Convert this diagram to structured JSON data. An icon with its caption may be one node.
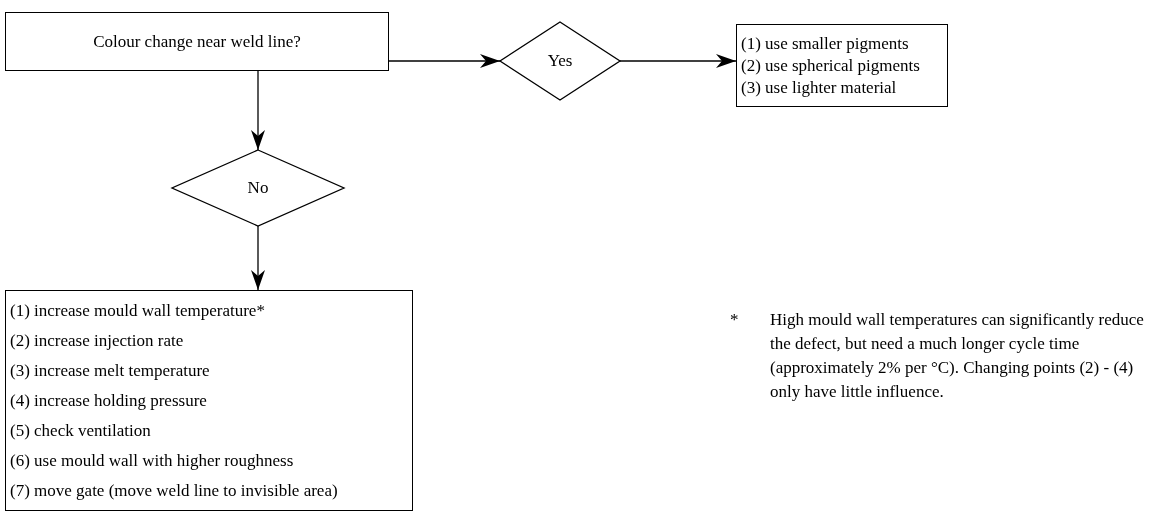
{
  "diagram": {
    "nodes": [
      {
        "text": [
          "Colour change near weld line?"
        ]
      },
      {
        "text": [
          "Yes"
        ]
      },
      {
        "text": [
          "(1) use smaller pigments",
          "(2) use spherical pigments",
          "(3) use lighter material"
        ]
      },
      {
        "text": [
          "No"
        ]
      },
      {
        "text": [
          "(1) increase mould wall temperature*",
          "(2) increase injection rate",
          "(3) increase melt temperature",
          "(4) increase holding pressure",
          "(5) check ventilation",
          "(6) use mould wall with higher roughness",
          "(7) move gate (move weld line to invisible area)"
        ]
      }
    ],
    "edges": [
      {
        "from": 0,
        "to": 1,
        "arrow": "to"
      },
      {
        "from": 1,
        "to": 2,
        "arrow": "to"
      },
      {
        "from": 0,
        "to": 3,
        "arrow": "to"
      },
      {
        "from": 3,
        "to": 4,
        "arrow": "to"
      }
    ],
    "labels": [
      "*",
      "High mould wall temperatures can significantly reduce the defect, but need a much longer cycle time (approximately 2% per °C). Changing points (2) - (4) only have little influence."
    ]
  }
}
